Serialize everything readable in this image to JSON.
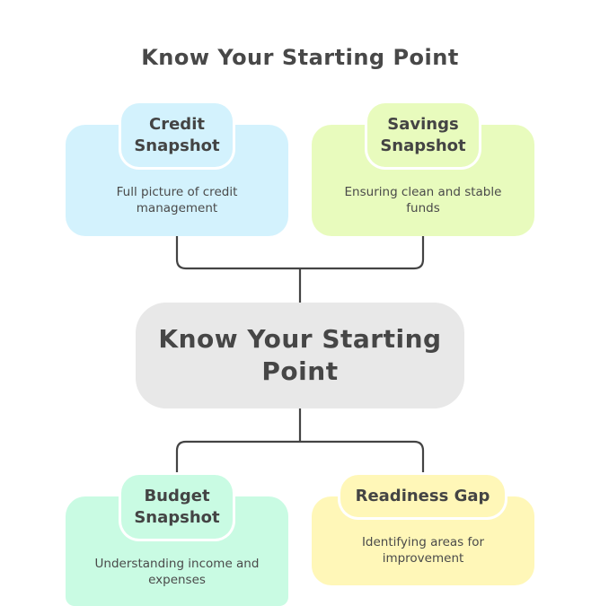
{
  "title": "Know Your Starting Point",
  "center_node": {
    "label": "Know Your Starting Point"
  },
  "nodes": [
    {
      "id": "credit",
      "title": "Credit Snapshot",
      "description": "Full picture of credit management",
      "color": "#d3f2fd"
    },
    {
      "id": "savings",
      "title": "Savings Snapshot",
      "description": "Ensuring clean and stable funds",
      "color": "#e8fbbd"
    },
    {
      "id": "budget",
      "title": "Budget Snapshot",
      "description": "Understanding income and expenses",
      "color": "#c9fbe3"
    },
    {
      "id": "readiness",
      "title": "Readiness Gap",
      "description": "Identifying areas for improvement",
      "color": "#fff7b8"
    }
  ],
  "colors": {
    "connector": "#444444",
    "center_fill": "#e8e8e8",
    "text": "#464646"
  }
}
